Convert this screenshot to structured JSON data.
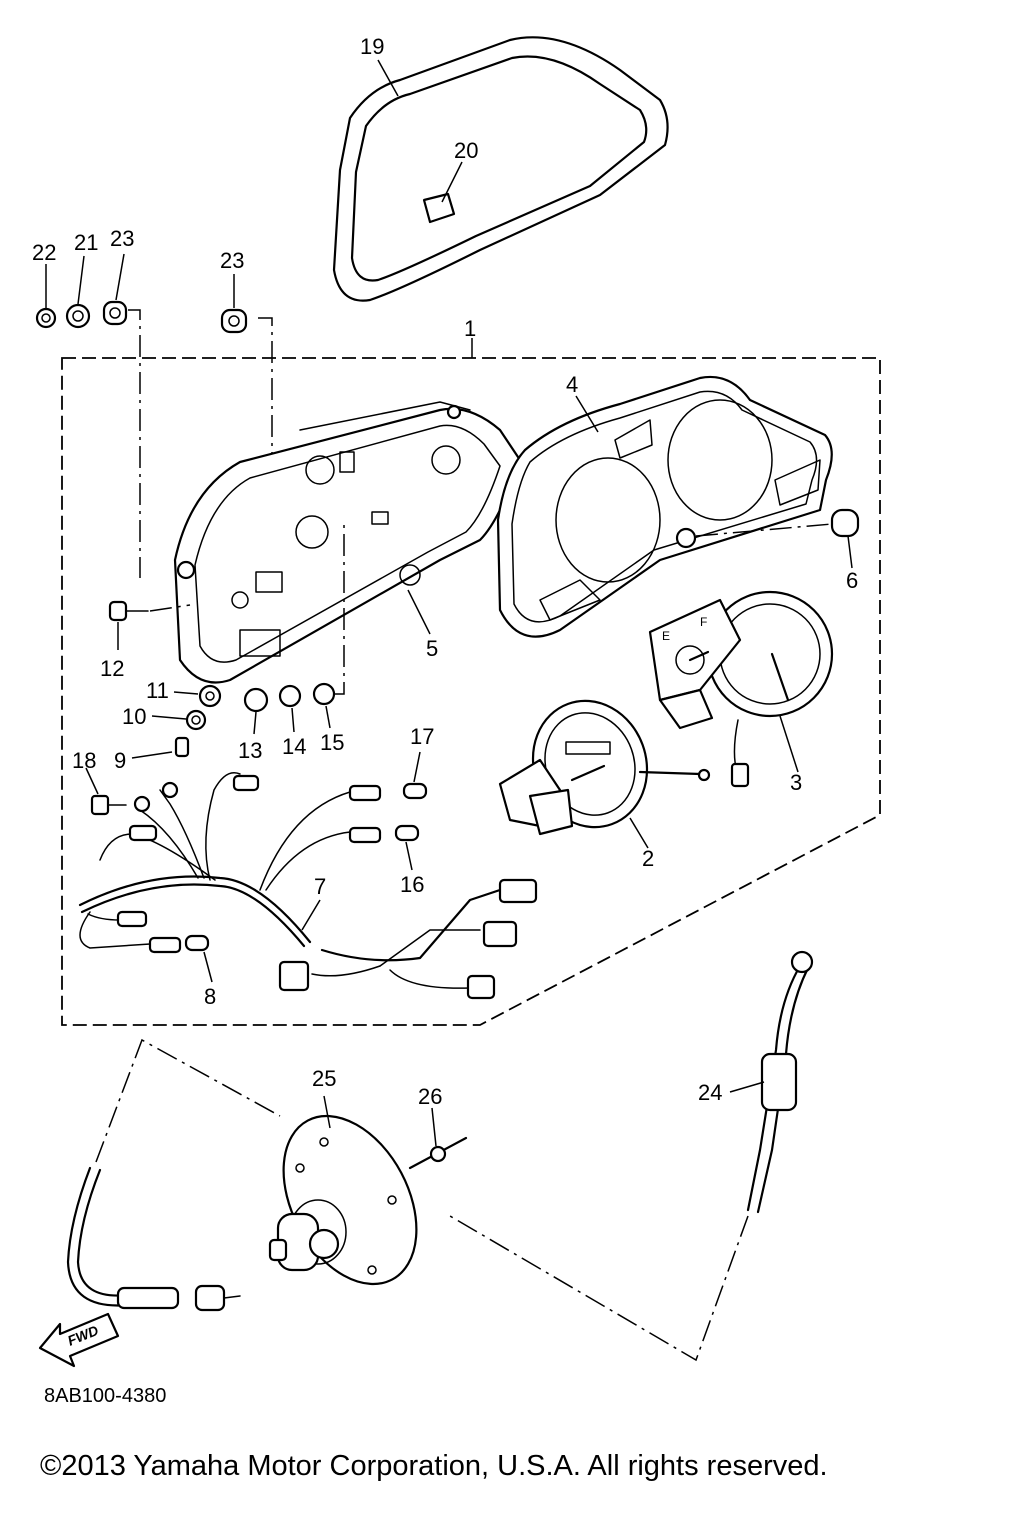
{
  "diagram": {
    "callouts": {
      "p1": "1",
      "p2": "2",
      "p3": "3",
      "p4": "4",
      "p5": "5",
      "p6": "6",
      "p7": "7",
      "p8": "8",
      "p9": "9",
      "p10": "10",
      "p11": "11",
      "p12": "12",
      "p13": "13",
      "p14": "14",
      "p15": "15",
      "p16": "16",
      "p17": "17",
      "p18": "18",
      "p19": "19",
      "p20": "20",
      "p21": "21",
      "p22": "22",
      "p23a": "23",
      "p23b": "23",
      "p24": "24",
      "p25": "25",
      "p26": "26"
    },
    "fwd_label": "FWD",
    "gauge_e": "E",
    "gauge_f": "F",
    "part_code": "8AB100-4380"
  },
  "footer": {
    "copyright": "©2013 Yamaha Motor Corporation, U.S.A. All rights reserved."
  }
}
